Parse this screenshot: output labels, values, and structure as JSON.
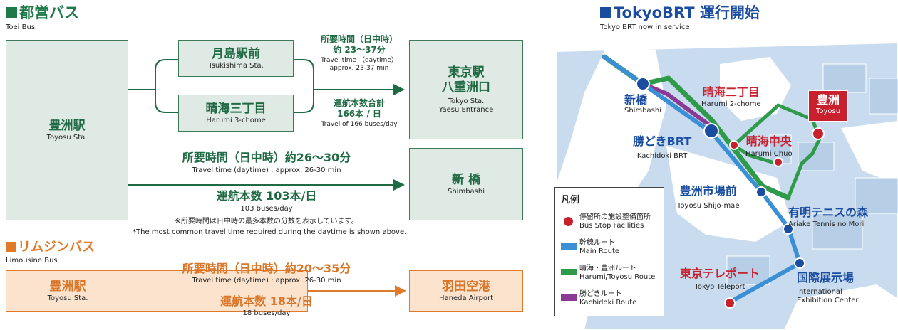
{
  "toei": {
    "title": "都営バス",
    "subtitle": "Toei Bus",
    "color": "#1f7a4a"
  },
  "limo": {
    "title": "リムジンバス",
    "subtitle": "Limousine Bus",
    "color": "#e07a2b"
  },
  "brt": {
    "title": "TokyoBRT 運行開始",
    "subtitle": "Tokyo BRT now in service",
    "color": "#1a4da0"
  },
  "stops": {
    "toyosu": {
      "jp": "豊洲駅",
      "en": "Toyosu Sta."
    },
    "tsukishima": {
      "jp": "月島駅前",
      "en": "Tsukishima Sta."
    },
    "harumi3": {
      "jp": "晴海三丁目",
      "en": "Harumi 3-chome"
    },
    "tokyo": {
      "jp1": "東京駅",
      "jp2": "八重洲口",
      "en1": "Tokyo Sta.",
      "en2": "Yaesu Entrance"
    },
    "shimbashi": {
      "jp": "新 橋",
      "en": "Shimbashi"
    },
    "toyosu_limo": {
      "jp": "豊洲駅",
      "en": "Toyosu Sta."
    },
    "haneda": {
      "jp": "羽田空港",
      "en": "Haneda Airport"
    }
  },
  "route_tokyo": {
    "time_jp1": "所要時間（日中時）",
    "time_jp2": "約 23～37分",
    "time_en1": "Travel time （daytime）",
    "time_en2": "approx. 23-37 min",
    "freq_jp1": "運航本数合計",
    "freq_jp2": "166本 / 日",
    "freq_en": "Travel of 166 buses/day"
  },
  "route_shimbashi": {
    "time_jp": "所要時間（日中時）約26～30分",
    "time_en": "Travel time (daytime) : approx. 26-30 min",
    "freq_jp": "運航本数 103本/日",
    "freq_en": "103 buses/day",
    "note_jp": "※所要時間は日中時の最多本数の分数を表示しています。",
    "note_en": "*The most common travel time required during the daytime is shown above."
  },
  "route_haneda": {
    "time_jp": "所要時間（日中時）約20～35分",
    "time_en": "Travel time (daytime) : approx. 26-30 min",
    "freq_jp": "運航本数 18本/日",
    "freq_en": "18 buses/day"
  },
  "map": {
    "stations": {
      "shimbashi": {
        "jp": "新橋",
        "en": "Shimbashi"
      },
      "kachidoki": {
        "jp": "勝どきBRT",
        "en": "Kachidoki BRT"
      },
      "harumi2": {
        "jp": "晴海二丁目",
        "en": "Harumi 2-chome"
      },
      "harumichuo": {
        "jp": "晴海中央",
        "en": "Harumi Chuo"
      },
      "toyosu": {
        "jp": "豊洲",
        "en": "Toyosu"
      },
      "shijomae": {
        "jp": "豊洲市場前",
        "en": "Toyosu Shijo-mae"
      },
      "ariake": {
        "jp": "有明テニスの森",
        "en": "Ariake Tennis no Mori"
      },
      "teleport": {
        "jp": "東京テレポート",
        "en": "Tokyo Teleport"
      },
      "kokusai": {
        "jp": "国際展示場",
        "en1": "International",
        "en2": "Exhibition Center"
      }
    },
    "legend": {
      "title": "凡例",
      "items": [
        {
          "jp": "停留所の施設整備箇所",
          "en": "Bus Stop Facilities",
          "color": "#c8202d",
          "kind": "dot"
        },
        {
          "jp": "幹線ルート",
          "en": "Main Route",
          "color": "#3b8fd4",
          "kind": "bar"
        },
        {
          "jp": "晴海・豊洲ルート",
          "en": "Harumi/Toyosu Route",
          "color": "#2e9a4a",
          "kind": "bar"
        },
        {
          "jp": "勝どきルート",
          "en": "Kachidoki Route",
          "color": "#8a3a95",
          "kind": "bar"
        }
      ]
    },
    "colors": {
      "water": "#ffffff",
      "land": "#c9dcef",
      "main": "#3b8fd4",
      "harumi": "#2e9a4a",
      "kachidoki": "#8a3a95",
      "stop": "#1a4da0",
      "facility": "#c8202d"
    }
  }
}
